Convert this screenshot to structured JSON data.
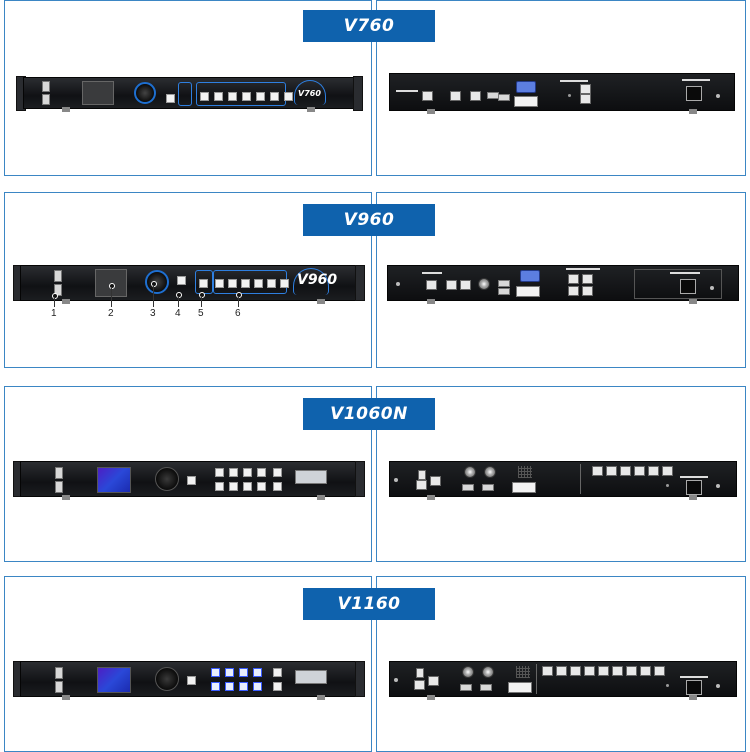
{
  "models": [
    {
      "id": "v760",
      "name": "V760",
      "front_brand": "V760"
    },
    {
      "id": "v960",
      "name": "V960",
      "front_brand": "V960"
    },
    {
      "id": "v1060n",
      "name": "V1060N"
    },
    {
      "id": "v1160",
      "name": "V1160"
    }
  ],
  "callouts": [
    "1",
    "2",
    "3",
    "4",
    "5",
    "6"
  ],
  "colors": {
    "accent": "#0f62ad",
    "border": "#3b86c4",
    "chassis": "#17191c"
  }
}
